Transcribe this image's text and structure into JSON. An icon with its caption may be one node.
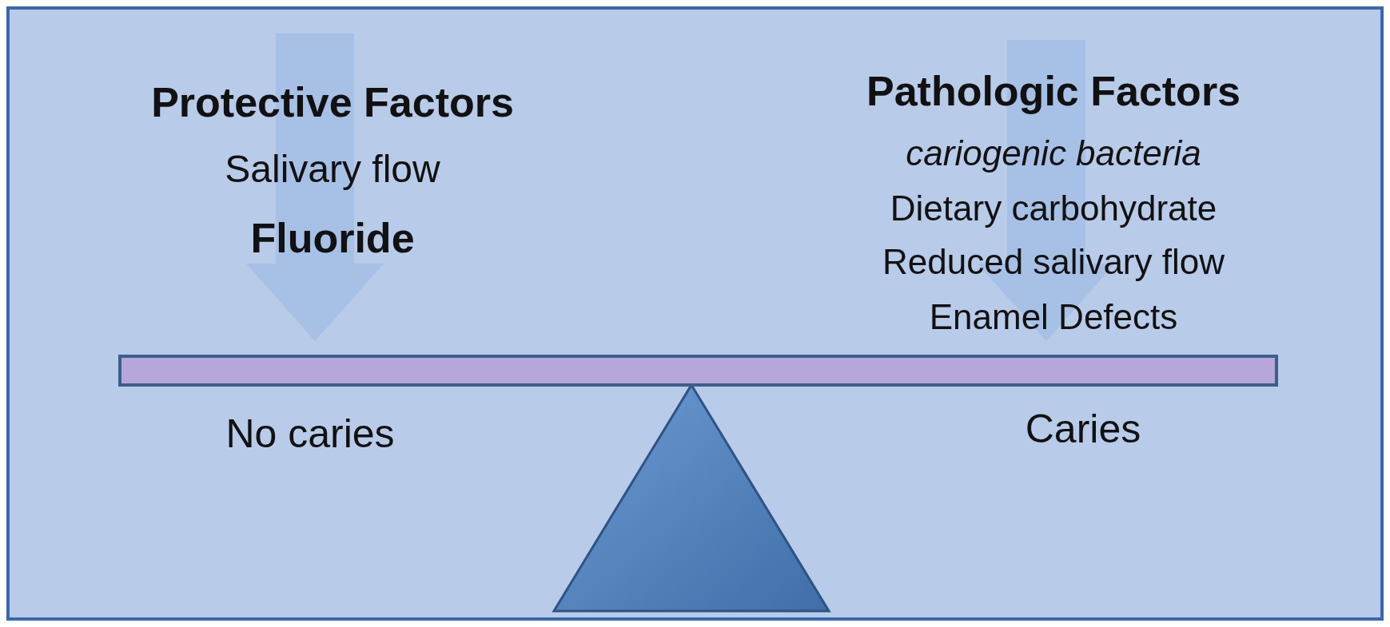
{
  "diagram": {
    "labels": [
      "Protective Factors",
      "Salivary flow",
      "Fluoride",
      "Pathologic Factors",
      "cariogenic bacteria",
      "Dietary carbohydrate",
      "Reduced salivary flow",
      "Enamel Defects",
      "No caries",
      "Caries"
    ]
  }
}
